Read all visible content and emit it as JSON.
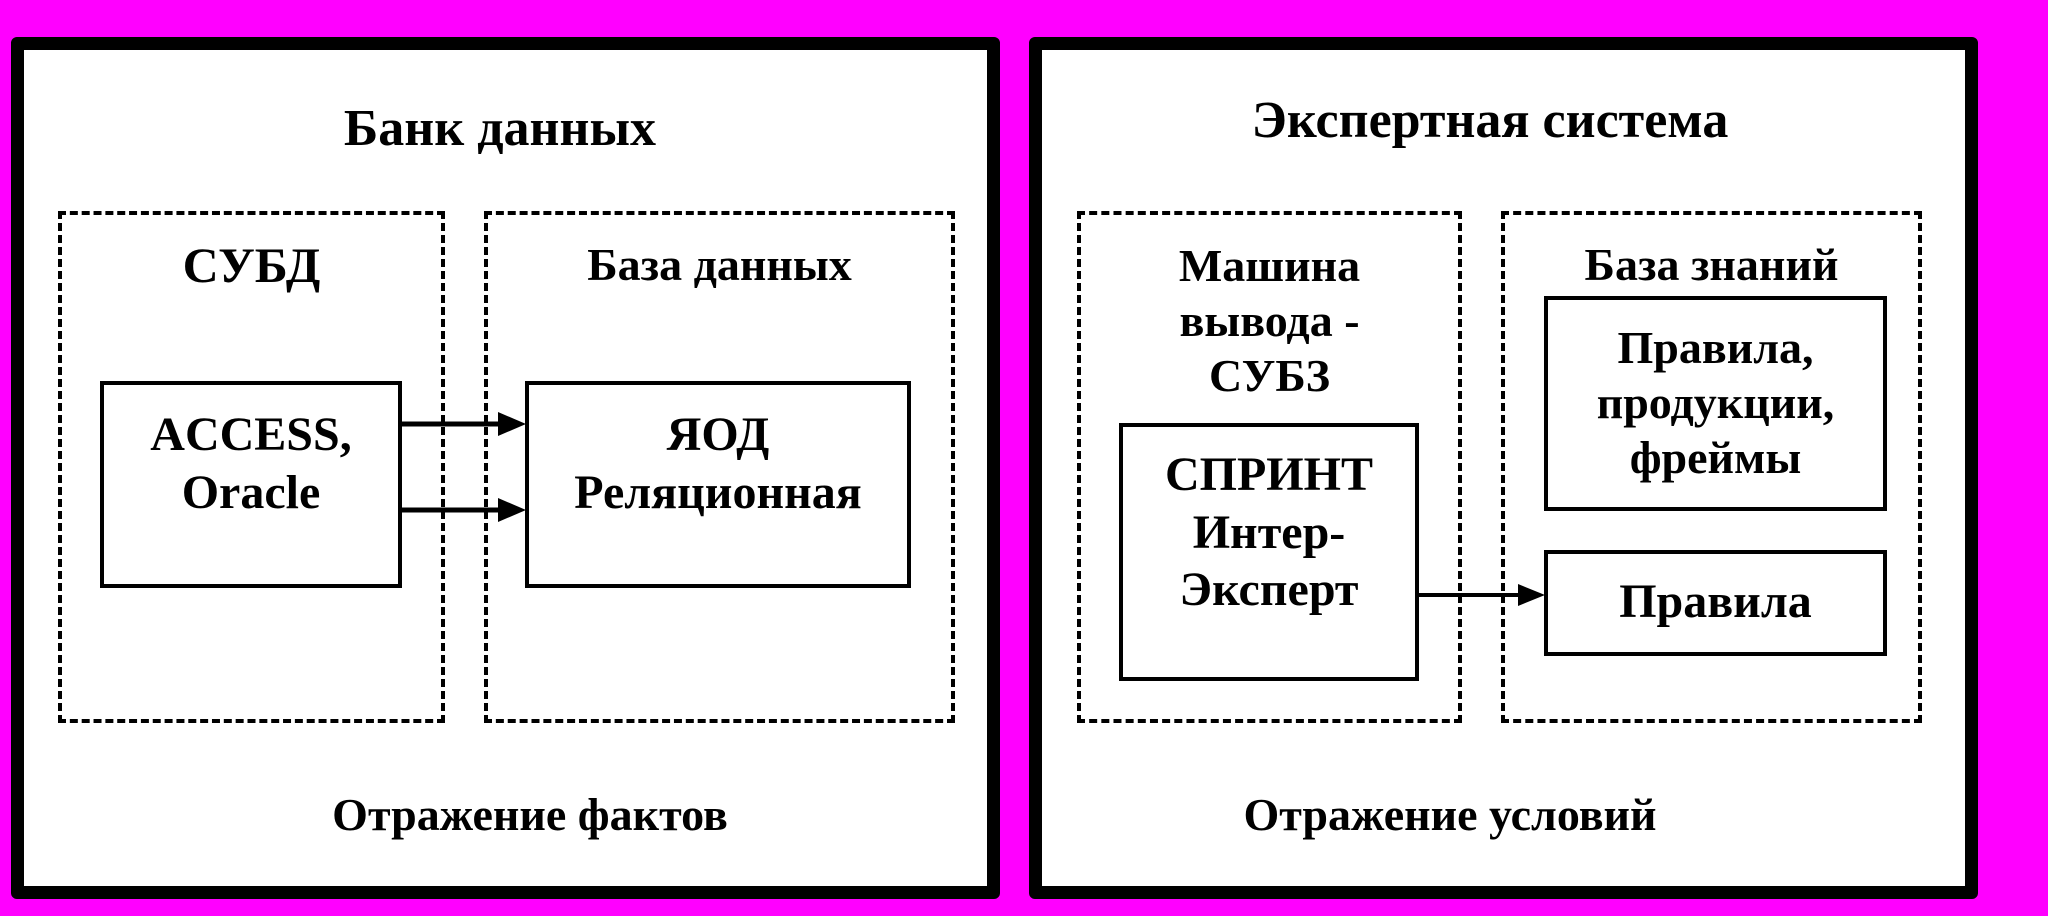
{
  "left_panel": {
    "title": "Банк данных",
    "dbms": {
      "label": "СУБД",
      "box": "ACCESS,\nOracle"
    },
    "database": {
      "label": "База данных",
      "box": "ЯОД\nРеляционная"
    },
    "footer": "Отражение фактов"
  },
  "right_panel": {
    "title": "Экспертная система",
    "inference": {
      "label": "Машина\nвывода -\nСУБЗ",
      "box": "СПРИНТ\nИнтер-\nЭксперт"
    },
    "knowledge_base": {
      "label": "База знаний",
      "box_top": "Правила,\nпродукции,\nфреймы",
      "box_bottom": "Правила"
    },
    "footer": "Отражение условий"
  },
  "colors": {
    "background": "#ff00ff",
    "panel": "#ffffff",
    "stroke": "#000000"
  }
}
